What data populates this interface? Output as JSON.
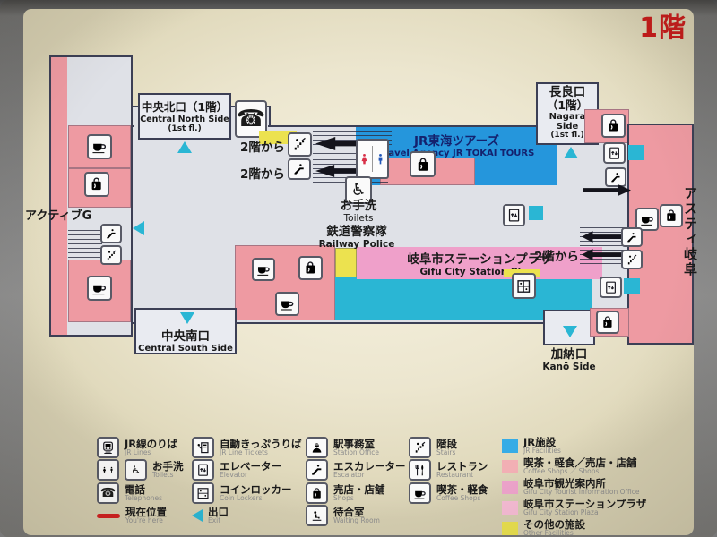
{
  "floor_label": "1階",
  "map": {
    "from_2f": "2階から",
    "active_g": "アクティブG",
    "asty_gifu": "アスティ岐阜",
    "north_exit": {
      "jp": "中央北口（1階）",
      "en": "Central North Side",
      "floor": "(1st fl.)"
    },
    "south_exit": {
      "jp": "中央南口",
      "en": "Central South Side"
    },
    "nagara_exit": {
      "jp": "長良口",
      "jp2": "（1階）",
      "en": "Nagara",
      "en2": "Side",
      "en3": "(1st fl.)"
    },
    "kano_exit": {
      "jp": "加納口",
      "en": "Kanō Side"
    },
    "jr_tours": {
      "jp": "JR東海ツアーズ",
      "en": "Travel Agency JR TOKAI TOURS"
    },
    "toilets": {
      "jp": "お手洗",
      "en": "Toilets"
    },
    "railway_police": {
      "jp": "鉄道警察隊",
      "en": "Railway Police"
    },
    "station_plaza": {
      "jp": "岐阜市ステーションプラザ",
      "en": "Gifu City Station Plaza"
    }
  },
  "legend": {
    "col1": [
      {
        "jp": "JR線のりば",
        "en": "JR Lines"
      },
      {
        "jp": "お手洗",
        "en": "Toilets"
      },
      {
        "jp": "電話",
        "en": "Telephones"
      },
      {
        "jp": "現在位置",
        "en": "You're here"
      }
    ],
    "col2": [
      {
        "jp": "自動きっぷうりば",
        "en": "JR Line Tickets"
      },
      {
        "jp": "エレベーター",
        "en": "Elevator"
      },
      {
        "jp": "コインロッカー",
        "en": "Coin Lockers"
      },
      {
        "jp": "出口",
        "en": "Exit"
      }
    ],
    "col3": [
      {
        "jp": "駅事務室",
        "en": "Station Office"
      },
      {
        "jp": "エスカレーター",
        "en": "Escalator"
      },
      {
        "jp": "売店・店舗",
        "en": "Shops"
      },
      {
        "jp": "待合室",
        "en": "Waiting Room"
      }
    ],
    "col4": [
      {
        "jp": "階段",
        "en": "Stairs"
      },
      {
        "jp": "レストラン",
        "en": "Restaurant"
      },
      {
        "jp": "喫茶・軽食",
        "en": "Coffee Shops"
      }
    ],
    "col5": [
      {
        "jp": "JR施設",
        "en": "JR Facilities"
      },
      {
        "jp": "喫茶・軽食／売店・店舗",
        "en": "Coffee Shops ／ Shops"
      },
      {
        "jp": "岐阜市観光案内所",
        "en": "Gifu City Tourist Information Office"
      },
      {
        "jp": "岐阜市ステーションプラザ",
        "en": "Gifu City Station Plaza"
      },
      {
        "jp": "その他の施設",
        "en": "Other Facilities"
      }
    ]
  },
  "icons": {
    "phone": "☎",
    "wheelchair": "♿"
  },
  "colors": {
    "title_red": "#c41a1a",
    "jr_blue": "#2596dc",
    "shop_pink": "#ee9aa2",
    "cyan_accent": "#2ab6d4",
    "yellow_accent": "#ece24f",
    "plaza_pink": "#efa0ca",
    "legend_blue": "#36ace6",
    "legend_pink": "#f2afb4",
    "legend_magenta": "#eda3cb",
    "legend_light_pink": "#f5bbd4",
    "legend_yellow": "#e9e04e",
    "you_are_here_red": "#d01f1f"
  }
}
